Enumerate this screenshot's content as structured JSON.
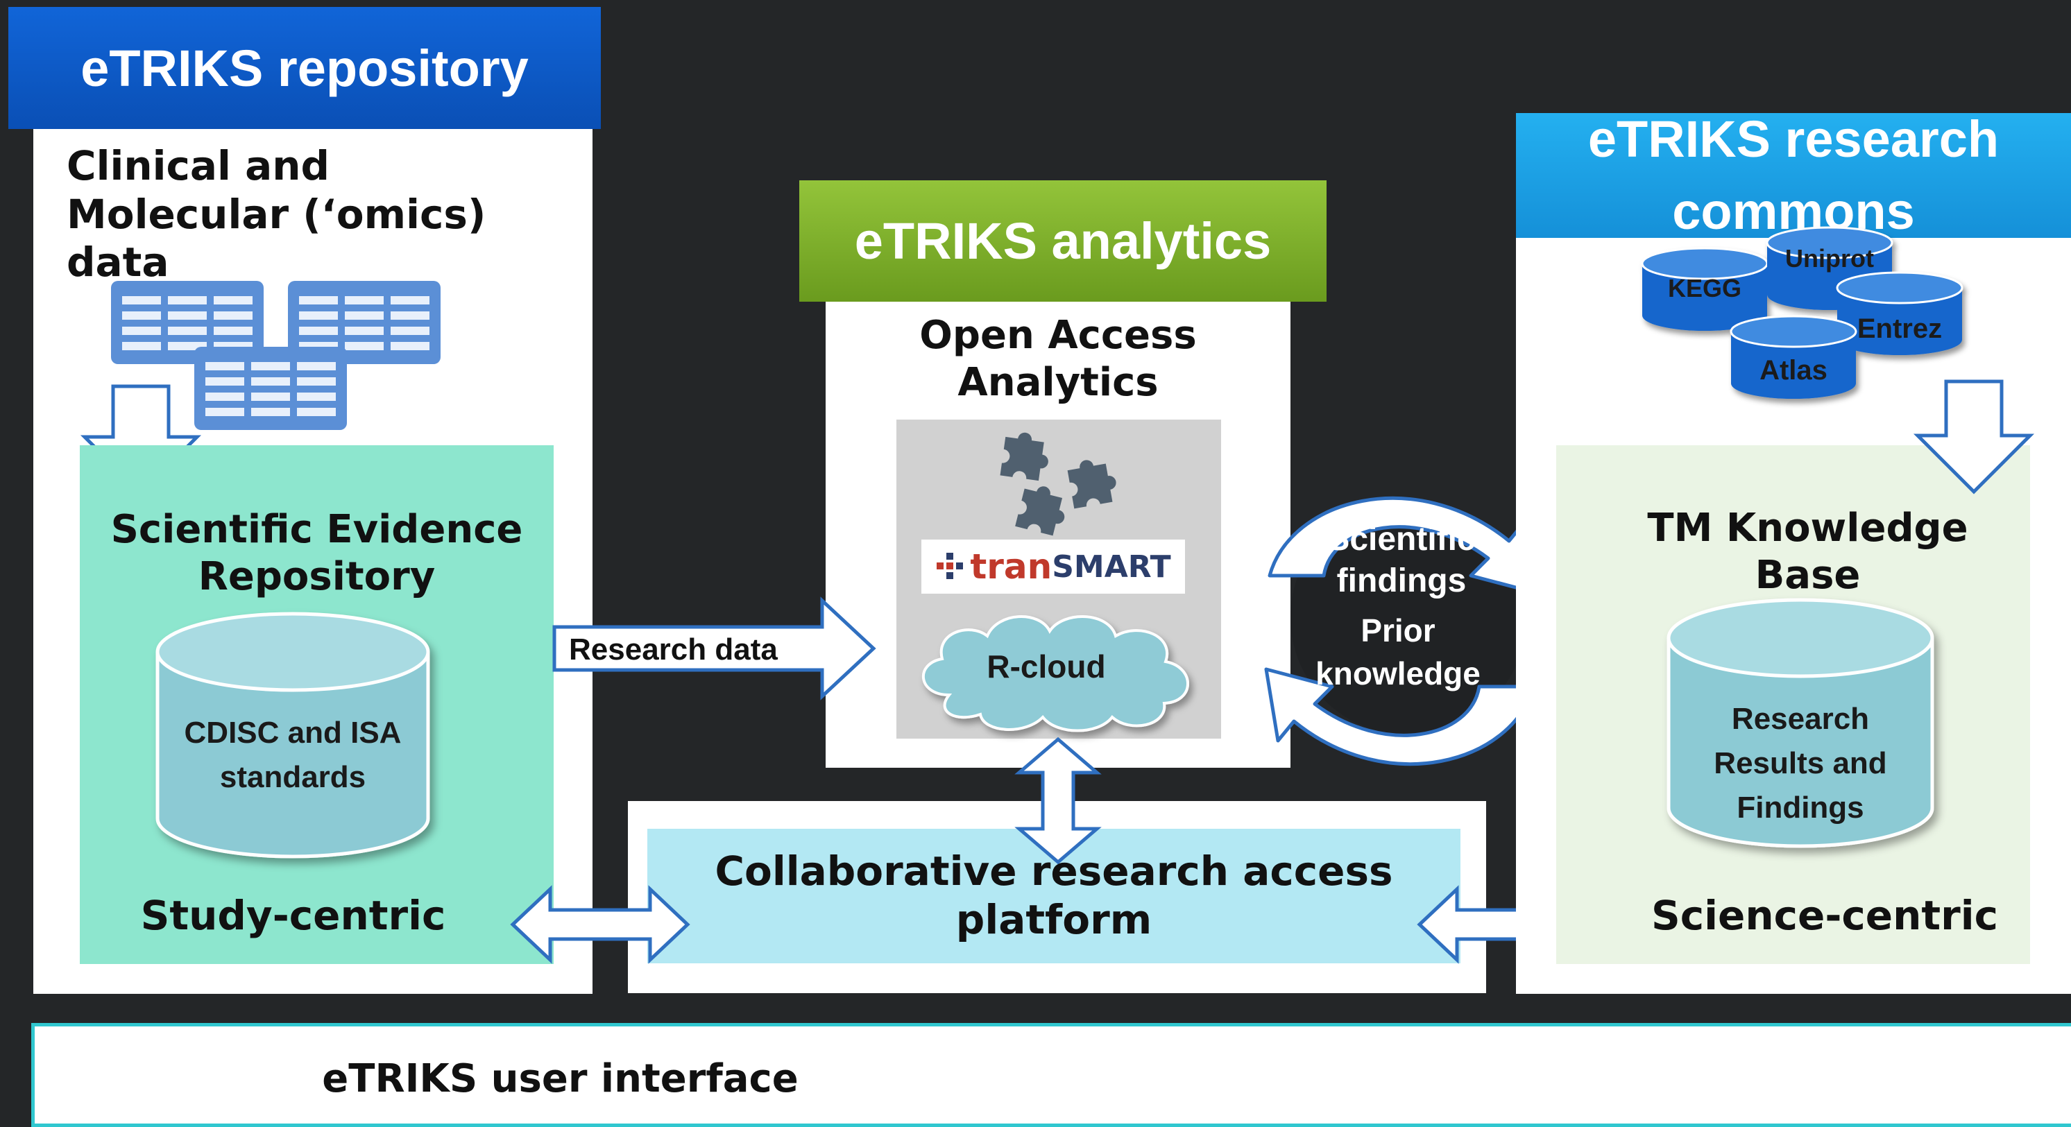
{
  "repository": {
    "banner": "eTRIKS repository",
    "data_label": "Clinical and\nMolecular (‘omics)\ndata",
    "ser_title": "Scientific Evidence\nRepository",
    "cylinder_label": "CDISC and ISA\nstandards",
    "footer": "Study-centric"
  },
  "analytics": {
    "banner": "eTRIKS analytics",
    "title": "Open Access\nAnalytics",
    "transmart_prefix": "tran",
    "transmart_suffix": "SMART",
    "rcloud": "R-cloud"
  },
  "research_data_label": "Research data",
  "cycle": {
    "top": "Scientific\nfindings",
    "bottom": "Prior\nknowledge"
  },
  "commons": {
    "banner": "eTRIKS research\ncommons",
    "databases": [
      "KEGG",
      "Uniprot",
      "Entrez",
      "Atlas"
    ],
    "kb_title": "TM Knowledge\nBase",
    "cylinder_label": "Research\nResults and\nFindings",
    "footer": "Science-centric"
  },
  "platform": {
    "label": "Collaborative research access\nplatform"
  },
  "user_interface": {
    "label": "eTRIKS user interface"
  },
  "colors": {
    "background": "#242628",
    "repo_banner": "#0b58c6",
    "analytics_banner": "#7aa82a",
    "commons_banner": "#1aa0e6",
    "ser_fill": "#8de6ce",
    "kb_fill": "#eaf4e4",
    "platform_fill": "#b3e8f3",
    "cylinder_fill": "#8ccad4",
    "arrow_outline": "#2f6fc0",
    "ui_border": "#30c7cf"
  }
}
